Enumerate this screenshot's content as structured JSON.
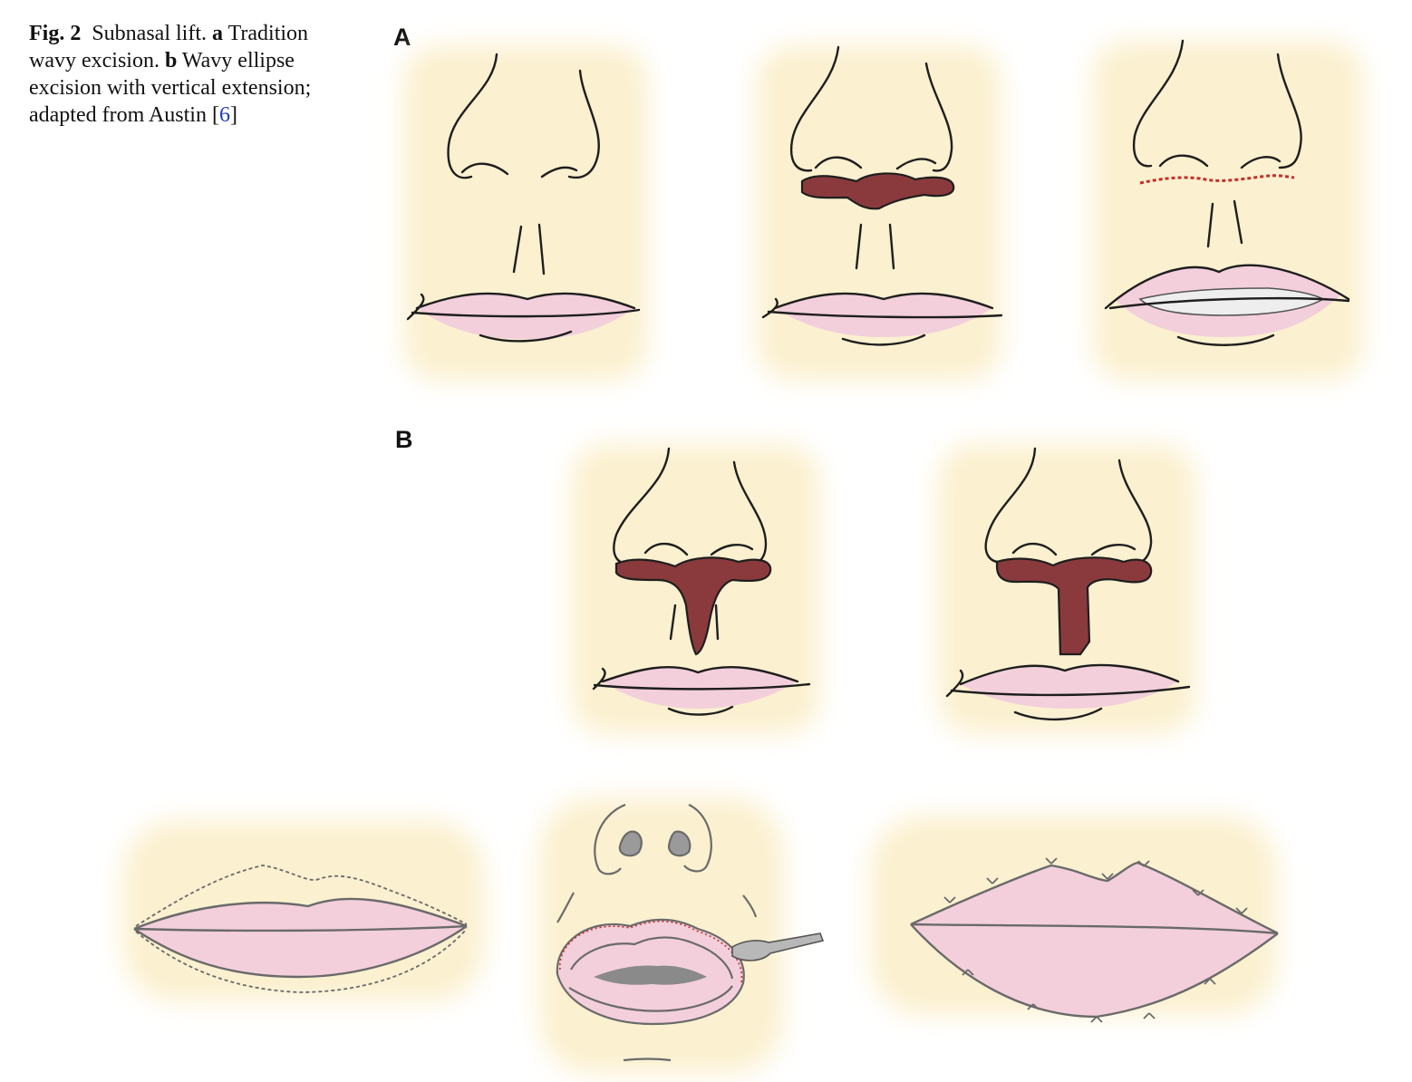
{
  "caption": {
    "fig": "Fig. 2",
    "title": "Subnasal lift.",
    "a_letter": "a",
    "a_text": "Tradition wavy excision.",
    "b_letter": "b",
    "b_text": "Wavy ellipse excision with vertical extension; adapted from Austin",
    "ref_open": "[",
    "ref_num": "6",
    "ref_close": "]"
  },
  "panels": {
    "a_label": "A",
    "b_label": "B"
  },
  "colors": {
    "skin": "#fbf0cf",
    "lip": "#f3cfdb",
    "excision": "#8a3a3c",
    "suture": "#c0302a",
    "line": "#1e1e1e",
    "pencil": "#6a6a6a",
    "ref_link": "#1a3fbf"
  }
}
